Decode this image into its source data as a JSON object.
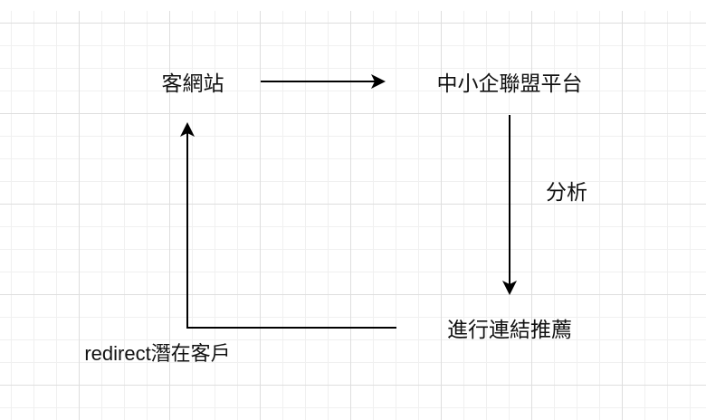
{
  "nodes": {
    "customer_site": "客網站",
    "platform": "中小企聯盟平台",
    "recommend": "進行連結推薦"
  },
  "edges": {
    "analyze": "分析",
    "redirect": "redirect潛在客戶"
  }
}
